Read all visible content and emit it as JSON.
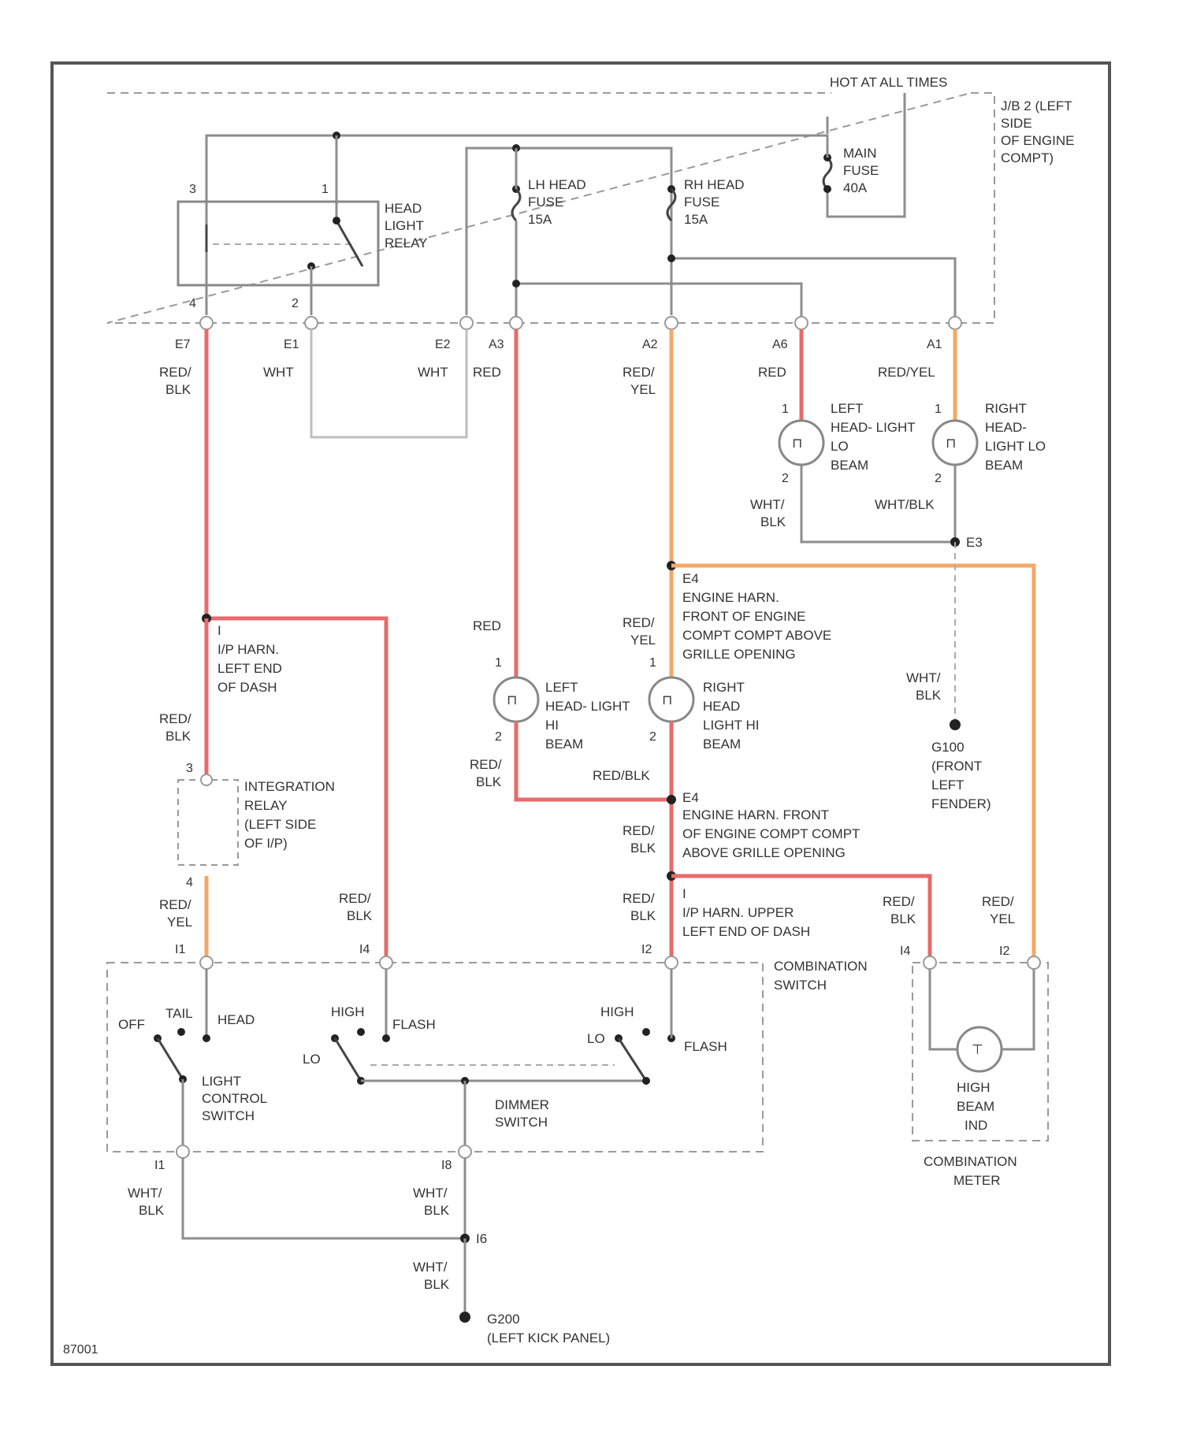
{
  "diagram": {
    "top_note": "HOT AT ALL TIMES",
    "junction_block": "J/B 2 (LEFT SIDE OF ENGINE COMPT)",
    "components": {
      "head_light_relay": "HEAD LIGHT RELAY",
      "lh_head_fuse": "LH HEAD FUSE 15A",
      "rh_head_fuse": "RH HEAD FUSE 15A",
      "main_fuse": "MAIN FUSE 40A",
      "left_headlight_lo": "LEFT HEAD- LIGHT LO BEAM",
      "right_headlight_lo": "RIGHT HEAD- LIGHT LO BEAM",
      "left_headlight_hi": "LEFT HEAD- LIGHT HI BEAM",
      "right_headlight_hi": "RIGHT HEAD LIGHT HI BEAM",
      "integration_relay": "INTEGRATION RELAY (LEFT SIDE OF I/P)",
      "combination_switch": "COMBINATION SWITCH",
      "light_control_switch": "LIGHT CONTROL SWITCH",
      "dimmer_switch": "DIMMER SWITCH",
      "high_beam_ind": "HIGH BEAM IND",
      "combination_meter": "COMBINATION METER"
    },
    "splices": {
      "e3": "E3",
      "e4_top": "E4 ENGINE HARN. FRONT OF ENGINE COMPT COMPT ABOVE GRILLE OPENING",
      "e4_bottom": "E4 ENGINE HARN. FRONT OF ENGINE COMPT COMPT ABOVE GRILLE OPENING",
      "i_left": "I I/P HARN. LEFT END OF DASH",
      "i_right": "I I/P HARN. UPPER LEFT END OF DASH",
      "i6": "I6",
      "g100": "G100 (FRONT LEFT FENDER)",
      "g200": "G200 (LEFT KICK PANEL)"
    },
    "connectors": [
      "E7",
      "E1",
      "E2",
      "A3",
      "A2",
      "A6",
      "A1",
      "I1",
      "I4",
      "I2",
      "I4",
      "I2",
      "I1",
      "I8"
    ],
    "pins": [
      "1",
      "2",
      "3",
      "4"
    ],
    "switch_positions": {
      "off": "OFF",
      "tail": "TAIL",
      "head": "HEAD",
      "high1": "HIGH",
      "flash1": "FLASH",
      "lo1": "LO",
      "high2": "HIGH",
      "lo2": "LO",
      "flash2": "FLASH"
    },
    "wires": {
      "red_blk": "RED/ BLK",
      "wht": "WHT",
      "red": "RED",
      "red_yel": "RED/ YEL",
      "red_yel_inline": "RED/YEL",
      "wht_blk": "WHT/ BLK",
      "wht_blk_inline": "WHT/BLK",
      "red_blk_inline": "RED/BLK"
    },
    "figure_id": "87001"
  }
}
